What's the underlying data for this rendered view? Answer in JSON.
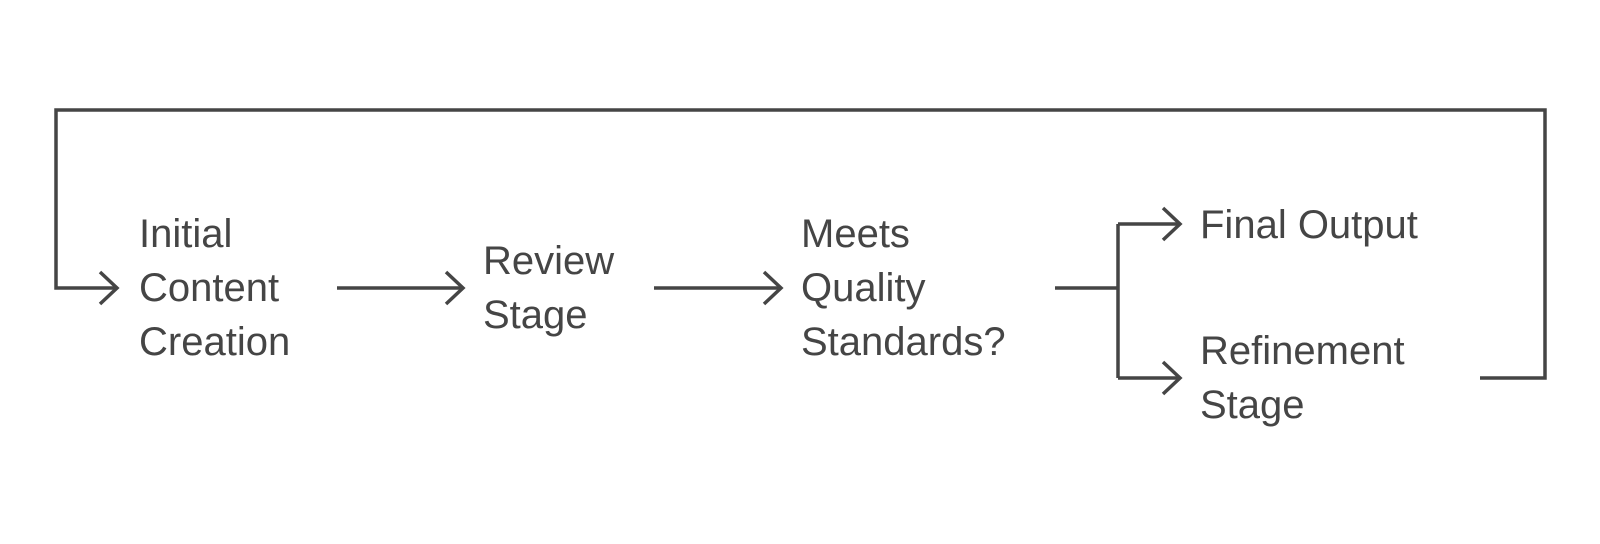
{
  "diagram": {
    "colors": {
      "stroke": "#454545",
      "text": "#454545",
      "background": "#ffffff"
    },
    "nodes": {
      "initial": {
        "lines": [
          "Initial",
          "Content",
          "Creation"
        ]
      },
      "review": {
        "lines": [
          "Review",
          "Stage"
        ]
      },
      "decision": {
        "lines": [
          "Meets",
          "Quality",
          "Standards?"
        ]
      },
      "final": {
        "lines": [
          "Final Output"
        ]
      },
      "refinement": {
        "lines": [
          "Refinement",
          "Stage"
        ]
      }
    }
  }
}
